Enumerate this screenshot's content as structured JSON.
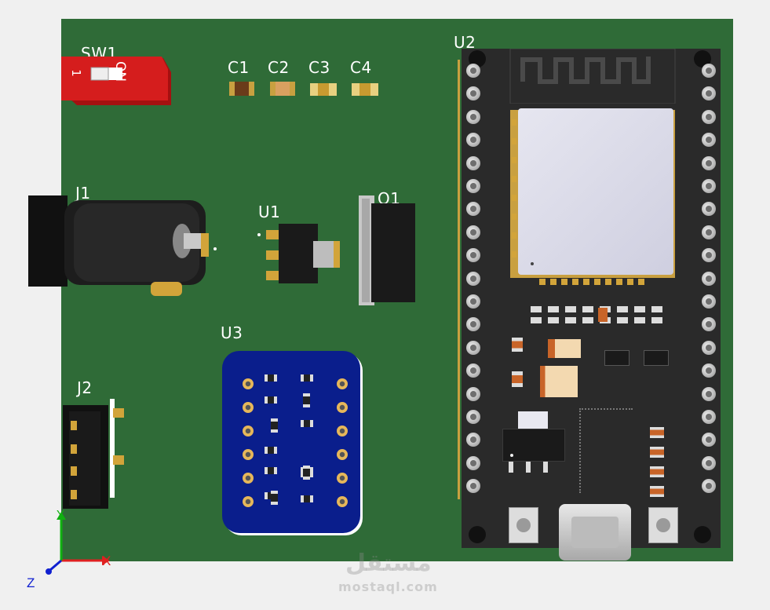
{
  "labels": {
    "sw1": "SW1",
    "sw1_on": "ON",
    "sw1_one": "1",
    "c1": "C1",
    "c2": "C2",
    "c3": "C3",
    "c4": "C4",
    "j1": "J1",
    "u1": "U1",
    "q1": "Q1",
    "u2": "U2",
    "u3": "U3",
    "j2": "J2"
  },
  "axes": {
    "x": "X",
    "y": "Y",
    "z": "Z"
  },
  "watermark": {
    "arabic": "مستقل",
    "latin": "mostaql.com"
  },
  "colors": {
    "background": "#f0f0f0",
    "pcb": "#2f6b37",
    "u2_module": "#2a2a2a",
    "u3_board": "#0a1e8c",
    "switch": "#d51d1d",
    "x_axis": "#e02020",
    "y_axis": "#10b010",
    "z_axis": "#1020d0"
  }
}
